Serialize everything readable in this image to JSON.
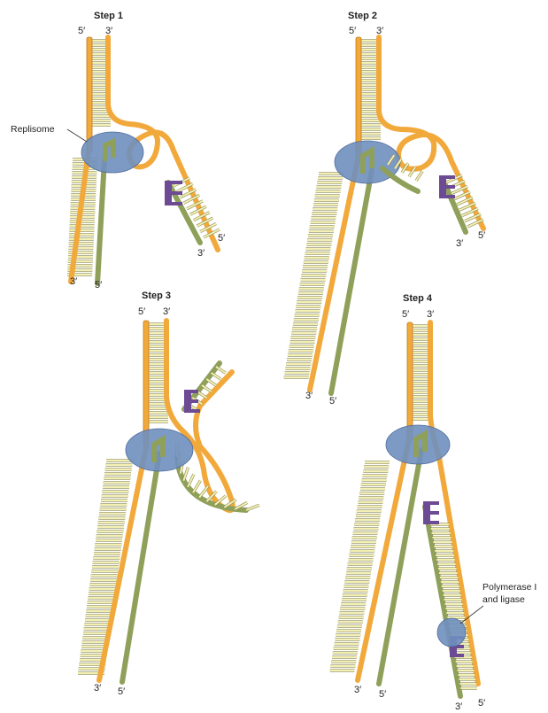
{
  "colors": {
    "parental_strand": "#f2a93b",
    "parental_edge": "#c07a1a",
    "new_strand": "#8fa05a",
    "new_edge": "#5f6f33",
    "base_pair_fill": "#f4f0b4",
    "base_pair_edge": "#8a8a55",
    "rna_primer": "#6c4a94",
    "replisome": "#6f8fbf",
    "background": "#ffffff"
  },
  "panels": [
    {
      "title": "Step 1",
      "top_left_end": "5′",
      "top_right_end": "3′",
      "bottom_left_end": "3′",
      "bottom_right_end": "5′",
      "fragment_end_3": "3′",
      "fragment_end_5": "5′",
      "callout": "Replisome"
    },
    {
      "title": "Step 2",
      "top_left_end": "5′",
      "top_right_end": "3′",
      "bottom_left_end": "3′",
      "bottom_right_end": "5′",
      "fragment_end_3": "3′",
      "fragment_end_5": "5′"
    },
    {
      "title": "Step 3",
      "top_left_end": "5′",
      "top_right_end": "3′",
      "bottom_left_end": "3′",
      "bottom_right_end": "5′"
    },
    {
      "title": "Step 4",
      "top_left_end": "5′",
      "top_right_end": "3′",
      "bottom_left_end": "3′",
      "bottom_right_end": "5′",
      "fragment_end_3": "3′",
      "fragment_end_5": "5′",
      "callout_line1": "Polymerase I",
      "callout_line2": "and ligase"
    }
  ]
}
